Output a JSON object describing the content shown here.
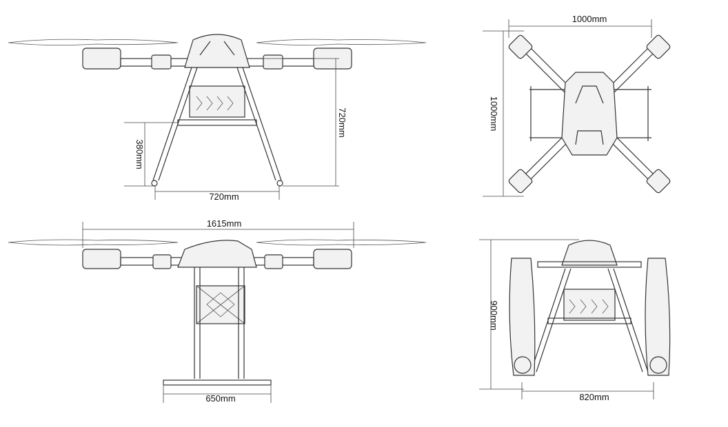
{
  "views": {
    "front": {
      "height_total": "720mm",
      "crossbar_height": "380mm",
      "leg_span": "720mm"
    },
    "top": {
      "width": "1000mm",
      "length": "1000mm"
    },
    "side": {
      "span": "1615mm",
      "skid_width": "650mm"
    },
    "folded": {
      "height": "900mm",
      "width": "820mm"
    }
  }
}
